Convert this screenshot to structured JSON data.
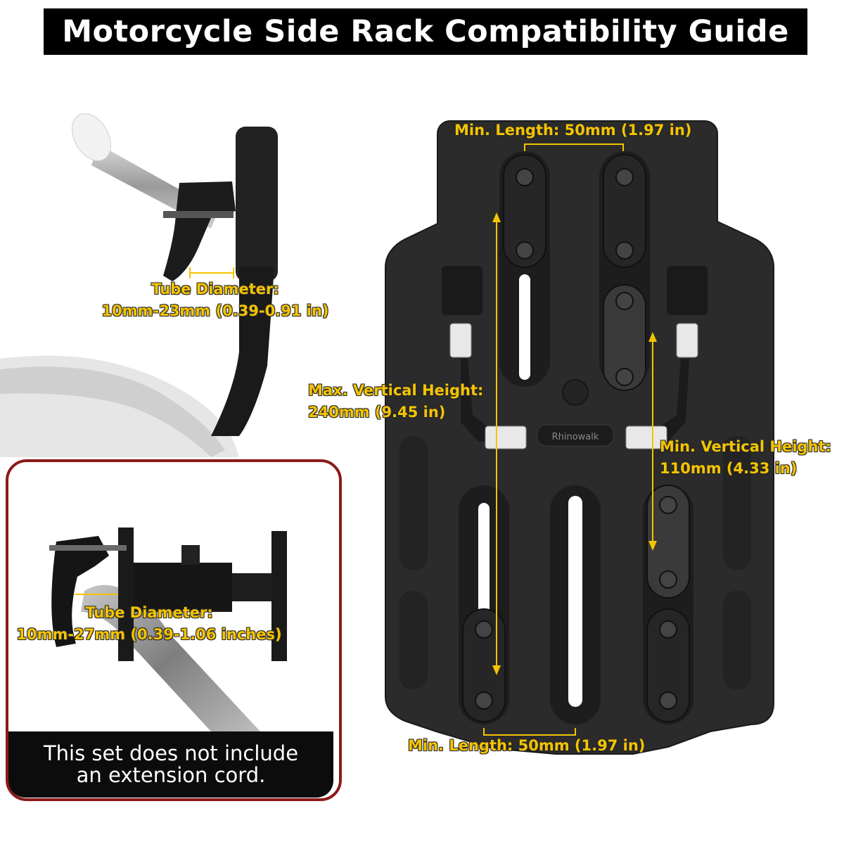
{
  "title": "Motorcycle Side Rack Compatibility Guide",
  "brand_mark": "Rhinowalk",
  "labels": {
    "top_length": "Min. Length: 50mm (1.97 in)",
    "tube_top_line1": "Tube Diameter:",
    "tube_top_line2": "10mm-23mm (0.39-0.91 in)",
    "max_vertical_line1": "Max. Vertical Height:",
    "max_vertical_line2": "240mm (9.45 in)",
    "min_vertical_line1": "Min. Vertical Height:",
    "min_vertical_line2": "110mm (4.33 in)",
    "tube_bottom_line1": "Tube Diameter:",
    "tube_bottom_line2": "10mm-27mm (0.39-1.06 inches)",
    "bottom_length": "Min. Length: 50mm (1.97 in)"
  },
  "note": {
    "line1": "This set does not include",
    "line2": "an extension cord."
  },
  "colors": {
    "label_yellow": "#f4c400",
    "plate_black": "#2b2b2b",
    "frame_red": "#8b1a1a",
    "title_bg": "#000000"
  }
}
